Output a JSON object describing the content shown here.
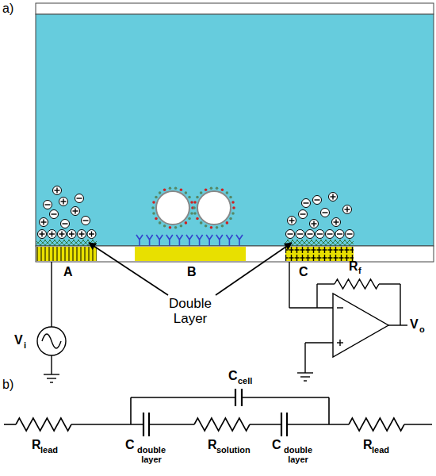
{
  "diagram": {
    "labels": [
      "a)",
      "Double Layer",
      "A",
      "B",
      "C",
      "R",
      "f",
      "V",
      "i",
      "V",
      "o",
      "b)",
      "C",
      "cell",
      "R",
      "lead",
      "C",
      "double layer",
      "R",
      "solution",
      "C",
      "double layer",
      "R",
      "lead"
    ]
  }
}
